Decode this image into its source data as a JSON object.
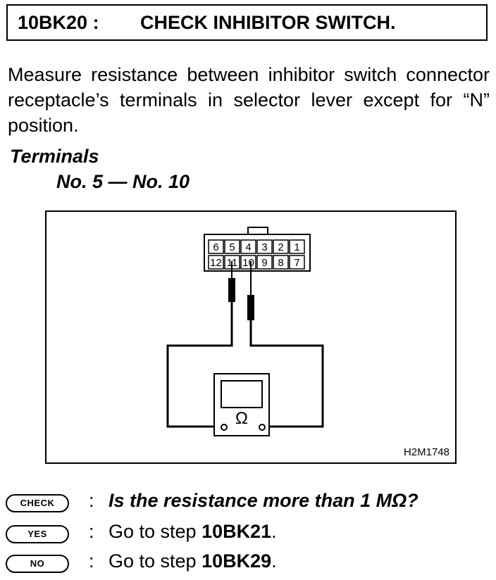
{
  "header": {
    "step_code": "10BK20 :",
    "title": "CHECK INHIBITOR SWITCH."
  },
  "instruction": "Measure resistance between inhibitor switch connector receptacle’s terminals in selector lever except for “N” position.",
  "terminals": {
    "heading": "Terminals",
    "value": "No. 5 — No. 10"
  },
  "diagram": {
    "connector_top_row": [
      "6",
      "5",
      "4",
      "3",
      "2",
      "1"
    ],
    "connector_bottom_row": [
      "12",
      "11",
      "10",
      "9",
      "8",
      "7"
    ],
    "ohm_symbol": "Ω",
    "figure_code": "H2M1748"
  },
  "check": {
    "badge": "CHECK",
    "colon": ":",
    "question": "Is the resistance more than 1 MΩ?"
  },
  "yes": {
    "badge": "YES",
    "colon": ":",
    "prefix": "Go to step ",
    "target": "10BK21",
    "suffix": "."
  },
  "no": {
    "badge": "NO",
    "colon": ":",
    "prefix": "Go to step ",
    "target": "10BK29",
    "suffix": "."
  }
}
